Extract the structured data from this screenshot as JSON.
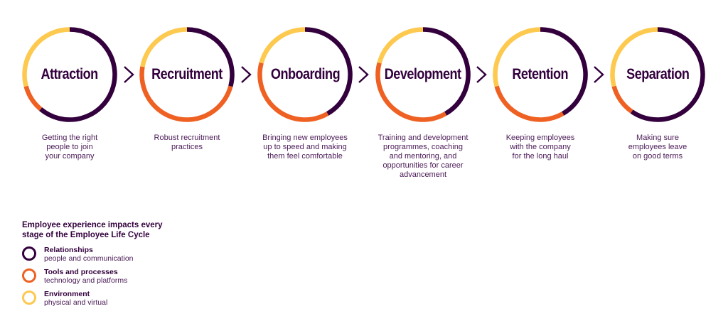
{
  "colors": {
    "relationships": "#33003d",
    "tools": "#ee6123",
    "environment": "#fdc94f",
    "title_text": "#33003d",
    "body_text": "#4b1b57"
  },
  "stages": [
    {
      "title": "Attraction",
      "description": "Getting the right\npeople to join\nyour company",
      "segments": {
        "relationships_deg": [
          0,
          220
        ],
        "tools_deg": [
          220,
          255
        ],
        "environment_deg": [
          255,
          360
        ]
      }
    },
    {
      "title": "Recruitment",
      "description": "Robust recruitment\npractices",
      "segments": {
        "relationships_deg": [
          0,
          105
        ],
        "tools_deg": [
          105,
          280
        ],
        "environment_deg": [
          280,
          360
        ]
      }
    },
    {
      "title": "Onboarding",
      "description": "Bringing new employees\nup to speed and making\nthem feel comfortable",
      "segments": {
        "relationships_deg": [
          0,
          150
        ],
        "tools_deg": [
          150,
          285
        ],
        "environment_deg": [
          285,
          360
        ]
      }
    },
    {
      "title": "Development",
      "description": "Training and development\nprogrammes, coaching\nand mentoring, and\nopportunities for career\nadvancement",
      "segments": {
        "relationships_deg": [
          0,
          150
        ],
        "tools_deg": [
          150,
          285
        ],
        "environment_deg": [
          285,
          360
        ]
      }
    },
    {
      "title": "Retention",
      "description": "Keeping employees\nwith the company\nfor the long haul",
      "segments": {
        "relationships_deg": [
          0,
          150
        ],
        "tools_deg": [
          150,
          255
        ],
        "environment_deg": [
          255,
          360
        ]
      }
    },
    {
      "title": "Separation",
      "description": "Making sure\nemployees leave\non good terms",
      "segments": {
        "relationships_deg": [
          0,
          215
        ],
        "tools_deg": [
          215,
          255
        ],
        "environment_deg": [
          255,
          360
        ]
      }
    }
  ],
  "arrow_icon": "chevron-right-icon",
  "legend": {
    "heading": "Employee experience impacts every\nstage of the Employee Life Cycle",
    "items": [
      {
        "label": "Relationships",
        "sub": "people and communication",
        "color": "#33003d"
      },
      {
        "label": "Tools and processes",
        "sub": "technology and platforms",
        "color": "#ee6123"
      },
      {
        "label": "Environment",
        "sub": "physical and virtual",
        "color": "#fdc94f"
      }
    ]
  }
}
